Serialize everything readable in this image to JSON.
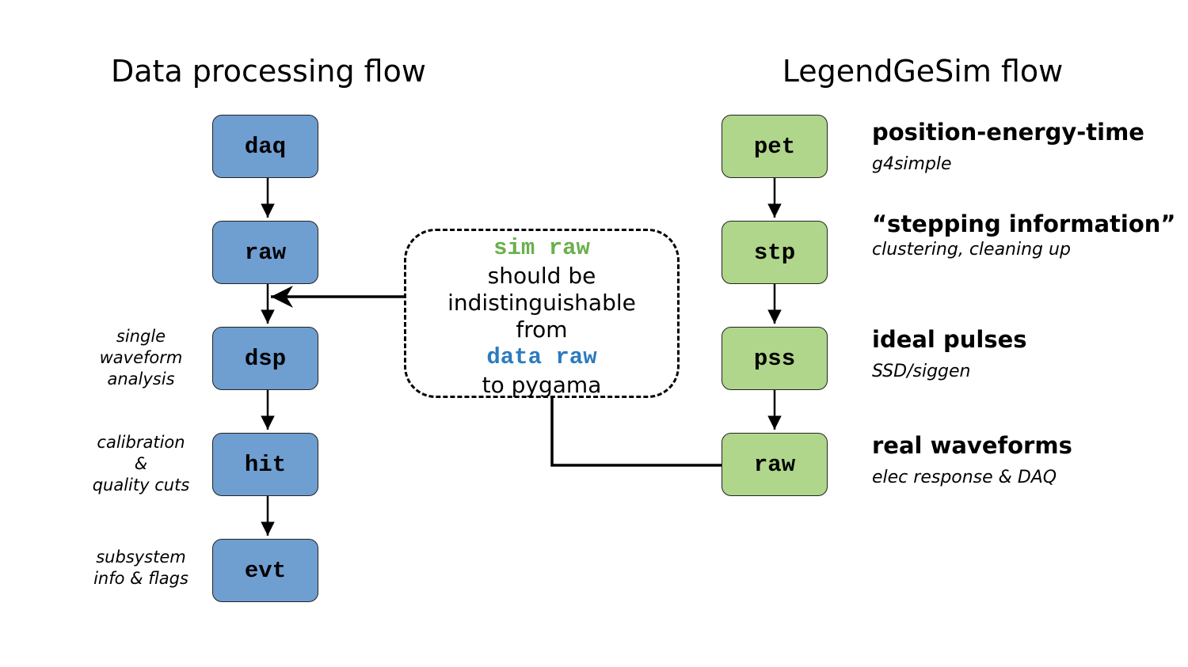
{
  "left_title": "Data processing flow",
  "right_title": "LegendGeSim flow",
  "left_nodes": [
    "daq",
    "raw",
    "dsp",
    "hit",
    "evt"
  ],
  "left_annotations": {
    "dsp": [
      "single",
      "waveform",
      "analysis"
    ],
    "hit": [
      "calibration",
      "&",
      "quality cuts"
    ],
    "evt": [
      "subsystem",
      "info & flags"
    ]
  },
  "right_nodes": [
    "pet",
    "stp",
    "pss",
    "raw"
  ],
  "right_annotations": [
    {
      "head": "position-energy-time",
      "sub": "g4simple"
    },
    {
      "head": "“stepping information”",
      "sub": "clustering, cleaning up"
    },
    {
      "head": "ideal pulses",
      "sub": "SSD/siggen"
    },
    {
      "head": "real waveforms",
      "sub": "elec response & DAQ"
    }
  ],
  "note": {
    "line1": "sim raw",
    "line2": "should be",
    "line3": "indistinguishable",
    "line4": "from",
    "line5": "data raw",
    "line6": "to pygama"
  },
  "colors": {
    "left_node": "#6f9ed1",
    "right_node": "#afd68a",
    "sim_text": "#6ab04c",
    "data_text": "#2b7bbf"
  }
}
